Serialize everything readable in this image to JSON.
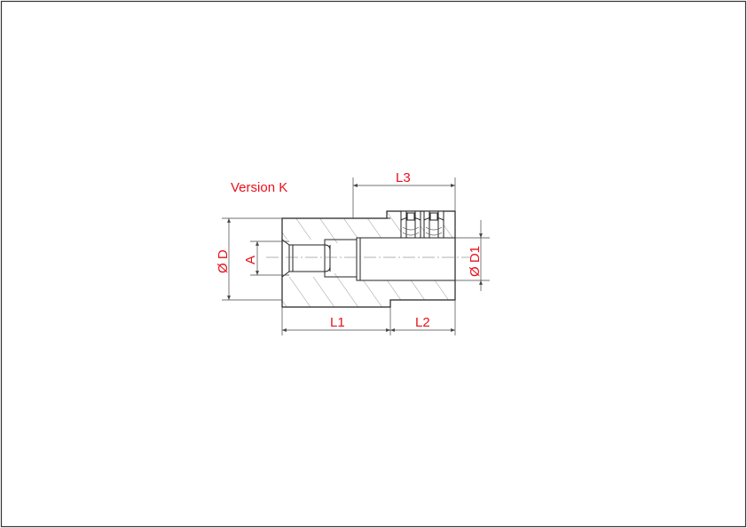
{
  "title": "Version K",
  "labels": {
    "L1": "L1",
    "L2": "L2",
    "L3": "L3",
    "D": "Ø D",
    "D1": "Ø D1",
    "A": "A"
  },
  "colors": {
    "text": "#e8101a",
    "line": "#222222",
    "dim_line": "#444444",
    "hatch": "#555555"
  }
}
